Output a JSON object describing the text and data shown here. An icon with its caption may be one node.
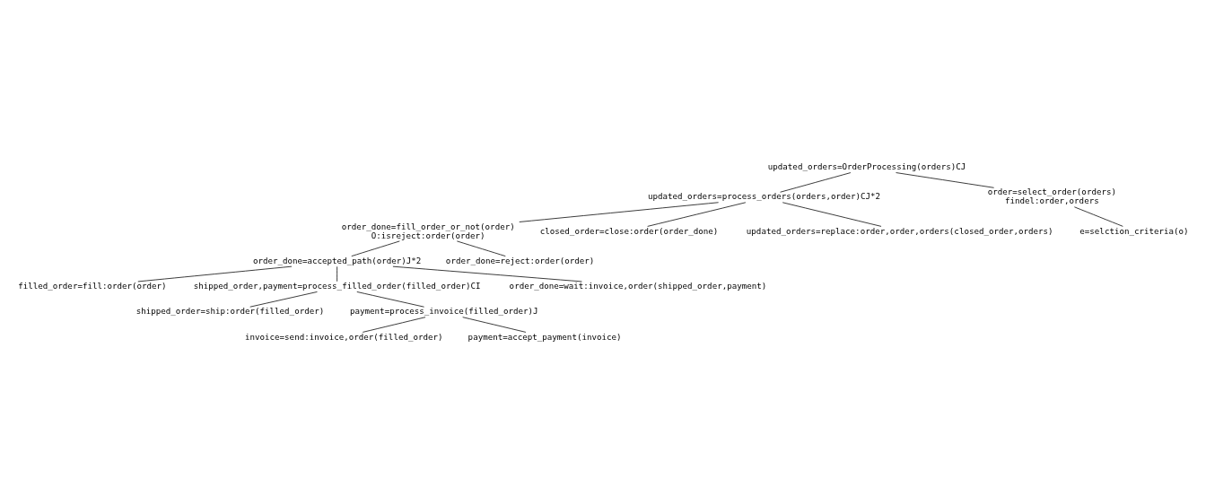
{
  "diagram": {
    "nodes": [
      {
        "text": [
          "updated_orders=OrderProcessing(orders)CJ"
        ]
      },
      {
        "text": [
          "updated_orders=process_orders(orders,order)CJ*2"
        ]
      },
      {
        "text": [
          "order=select_order(orders)",
          "findel:order,orders"
        ]
      },
      {
        "text": [
          "e=selction_criteria(o)"
        ]
      },
      {
        "text": [
          "order_done=fill_order_or_not(order)",
          "O:isreject:order(order)"
        ]
      },
      {
        "text": [
          "order_done=accepted_path(order)J*2"
        ]
      },
      {
        "text": [
          "filled_order=fill:order(order)"
        ]
      },
      {
        "text": [
          "shipped_order,payment=process_filled_order(filled_order)CI"
        ]
      },
      {
        "text": [
          "shipped_order=ship:order(filled_order)"
        ]
      },
      {
        "text": [
          "payment=process_invoice(filled_order)J"
        ]
      },
      {
        "text": [
          "invoice=send:invoice,order(filled_order)"
        ]
      },
      {
        "text": [
          "payment=accept_payment(invoice)"
        ]
      },
      {
        "text": [
          "order_done=wait:invoice,order(shipped_order,payment)"
        ]
      },
      {
        "text": [
          "order_done=reject:order(order)"
        ]
      },
      {
        "text": [
          "closed_order=close:order(order_done)"
        ]
      },
      {
        "text": [
          "updated_orders=replace:order,order,orders(closed_order,orders)"
        ]
      }
    ],
    "edges": [
      {
        "from": 0,
        "to": 1,
        "arrow": "none"
      },
      {
        "from": 0,
        "to": 2,
        "arrow": "none"
      },
      {
        "from": 2,
        "to": 3,
        "arrow": "none"
      },
      {
        "from": 1,
        "to": 4,
        "arrow": "none"
      },
      {
        "from": 1,
        "to": 14,
        "arrow": "none"
      },
      {
        "from": 1,
        "to": 15,
        "arrow": "none"
      },
      {
        "from": 4,
        "to": 5,
        "arrow": "none"
      },
      {
        "from": 4,
        "to": 13,
        "arrow": "none"
      },
      {
        "from": 5,
        "to": 6,
        "arrow": "none"
      },
      {
        "from": 5,
        "to": 7,
        "arrow": "none"
      },
      {
        "from": 5,
        "to": 12,
        "arrow": "none"
      },
      {
        "from": 7,
        "to": 8,
        "arrow": "none"
      },
      {
        "from": 7,
        "to": 9,
        "arrow": "none"
      },
      {
        "from": 9,
        "to": 10,
        "arrow": "none"
      },
      {
        "from": 9,
        "to": 11,
        "arrow": "none"
      }
    ]
  }
}
